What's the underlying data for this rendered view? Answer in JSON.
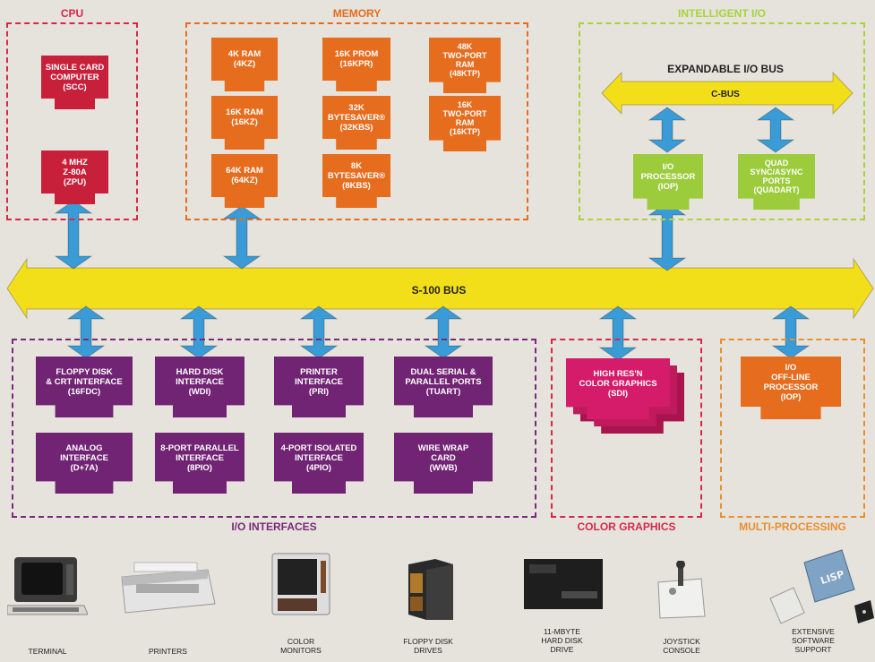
{
  "colors": {
    "bus_yellow": "#f3de1a",
    "arrow_blue": "#3a9bd6",
    "cpu": "#d8284a",
    "memory": "#e66c1e",
    "intelligent_io": "#a8d43a",
    "io_interfaces": "#7a2a7c",
    "color_graphics": "#d8284a",
    "multi_processing": "#e8902e"
  },
  "groups": {
    "cpu": "CPU",
    "memory": "MEMORY",
    "intelligent_io": "INTELLIGENT I/O",
    "io_interfaces": "I/O INTERFACES",
    "color_graphics": "COLOR GRAPHICS",
    "multi_processing": "MULTI-PROCESSING"
  },
  "buses": {
    "expandable_io_bus": "EXPANDABLE I/O BUS",
    "c_bus": "C-BUS",
    "s100_bus": "S-100 BUS"
  },
  "cards": {
    "scc": "SINGLE CARD\nCOMPUTER\n(SCC)",
    "zpu": "4 MHZ\nZ-80A\n(ZPU)",
    "ram4k": "4K RAM\n(4KZ)",
    "prom16k": "16K PROM\n(16KPR)",
    "tpram48k": "48K\nTWO-PORT\nRAM\n(48KTP)",
    "ram16k": "16K RAM\n(16KZ)",
    "bytesaver32k": "32K\nBYTESAVER®\n(32KBS)",
    "tpram16k": "16K\nTWO-PORT\nRAM\n(16KTP)",
    "ram64k": "64K RAM\n(64KZ)",
    "bytesaver8k": "8K\nBYTESAVER®\n(8KBS)",
    "iop": "I/O\nPROCESSOR\n(IOP)",
    "quadart": "QUAD\nSYNC/ASYNC\nPORTS\n(QUADART)",
    "fdc": "FLOPPY DISK\n& CRT INTERFACE\n(16FDC)",
    "wdi": "HARD DISK\nINTERFACE\n(WDI)",
    "pri": "PRINTER\nINTERFACE\n(PRI)",
    "tuart": "DUAL SERIAL &\nPARALLEL PORTS\n(TUART)",
    "analog": "ANALOG\nINTERFACE\n(D+7A)",
    "pio8": "8-PORT PARALLEL\nINTERFACE\n(8PIO)",
    "pio4": "4-PORT ISOLATED\nINTERFACE\n(4PIO)",
    "wwb": "WIRE WRAP\nCARD\n(WWB)",
    "sdi": "HIGH RES'N\nCOLOR GRAPHICS\n(SDI)",
    "offline_iop": "I/O\nOFF-LINE\nPROCESSOR\n(IOP)"
  },
  "devices": {
    "terminal": "TERMINAL",
    "printers": "PRINTERS",
    "color_monitors": "COLOR\nMONITORS",
    "floppy_drives": "FLOPPY DISK\nDRIVES",
    "hard_disk": "11-MBYTE\nHARD DISK\nDRIVE",
    "joystick": "JOYSTICK\nCONSOLE",
    "software": "EXTENSIVE\nSOFTWARE\nSUPPORT",
    "disk_label": "LISP"
  }
}
